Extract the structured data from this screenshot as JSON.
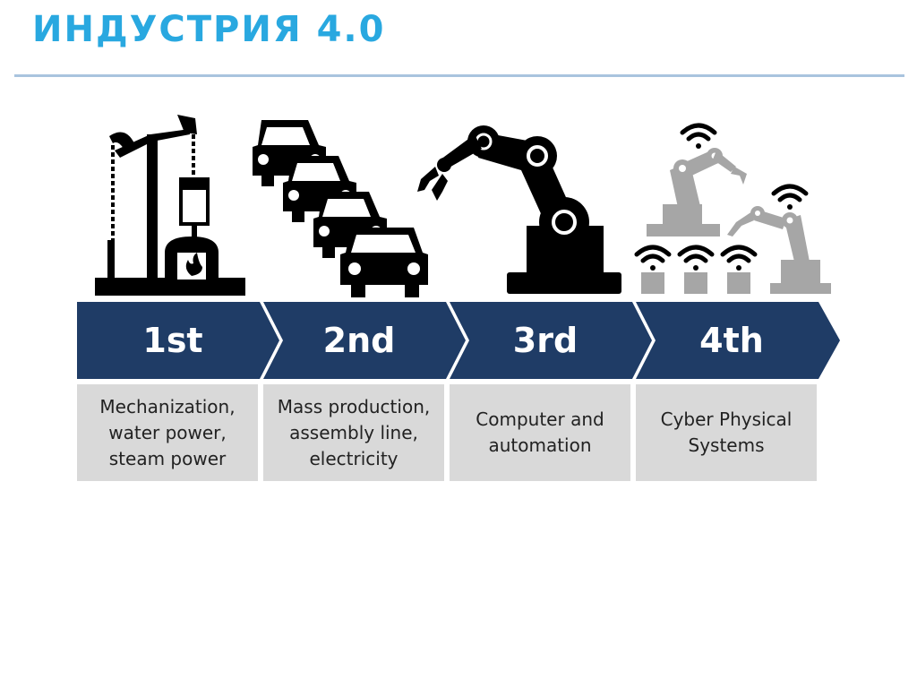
{
  "title": "ИНДУСТРИЯ 4.0",
  "colors": {
    "title": "#29a8e0",
    "arrow": "#1f3c66",
    "card": "#d9d9d9",
    "icon_dark": "#000000",
    "icon_gray": "#a6a6a6"
  },
  "stages": [
    {
      "label": "1st",
      "description": "Mechanization, water power, steam power",
      "icon": "steam-pump-icon"
    },
    {
      "label": "2nd",
      "description": "Mass production, assembly line, electricity",
      "icon": "cars-assembly-icon"
    },
    {
      "label": "3rd",
      "description": "Computer and automation",
      "icon": "robot-arm-icon"
    },
    {
      "label": "4th",
      "description": "Cyber Physical Systems",
      "icon": "connected-robots-icon"
    }
  ]
}
